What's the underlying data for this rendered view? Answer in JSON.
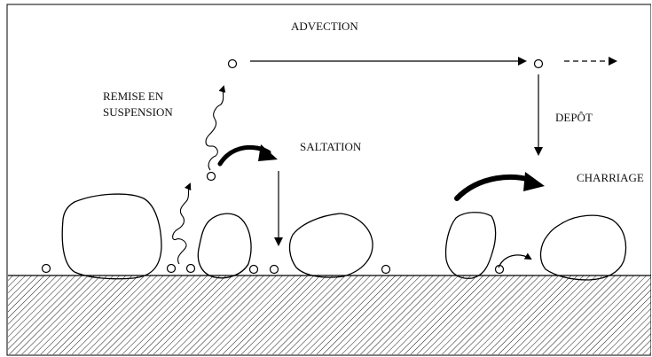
{
  "labels": {
    "advection": "ADVECTION",
    "remise_line1": "REMISE EN",
    "remise_line2": "SUSPENSION",
    "saltation": "SALTATION",
    "depot": "DEPÔT",
    "charriage": "CHARRIAGE"
  },
  "colors": {
    "ink": "#000000",
    "background": "#ffffff",
    "hatch": "#000000"
  }
}
